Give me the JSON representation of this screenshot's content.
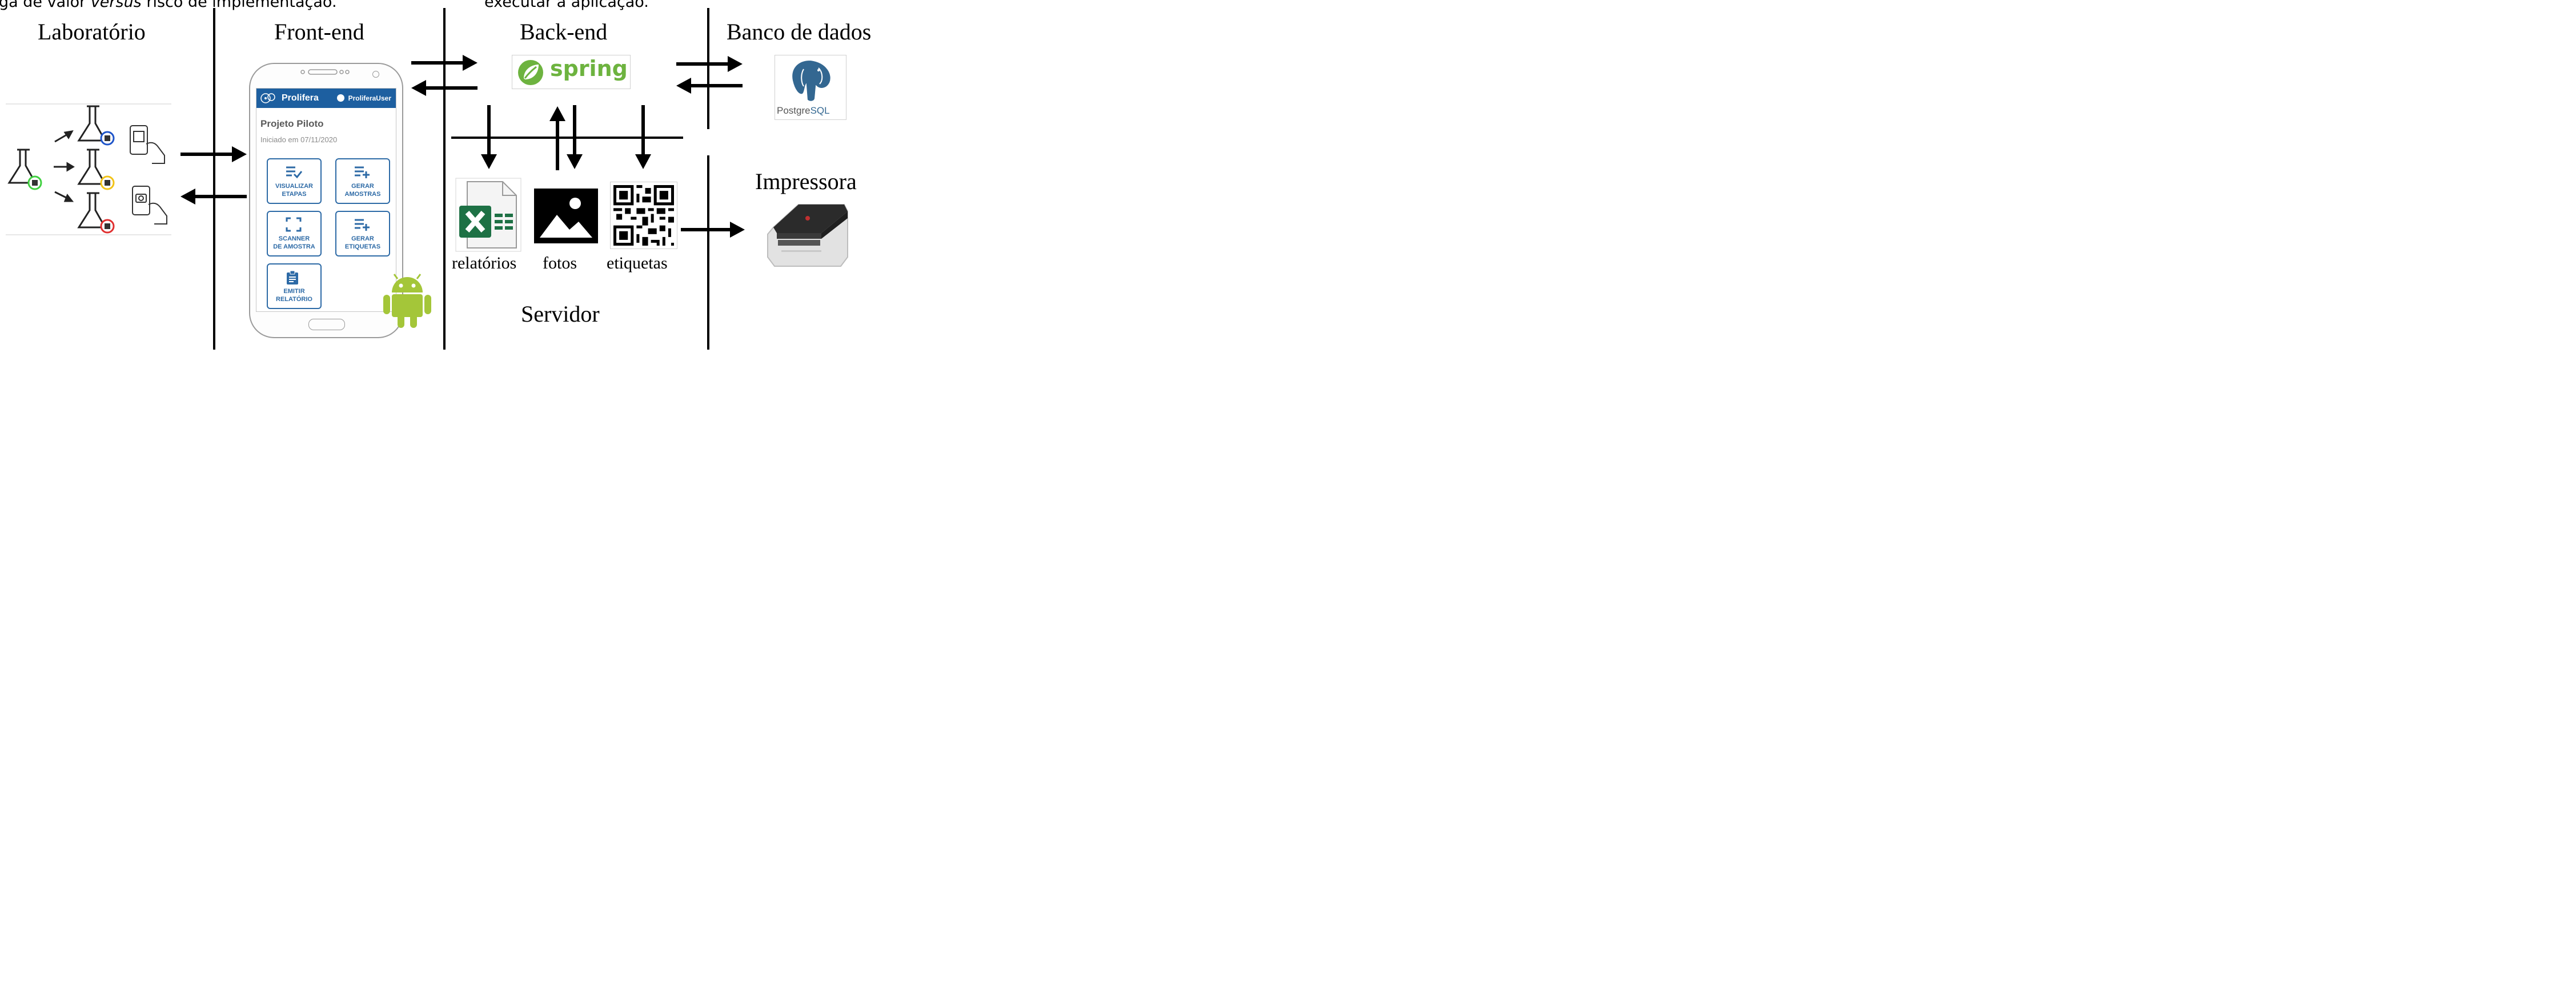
{
  "cut_text": {
    "left": {
      "before": "ga de valor ",
      "italic": "versus",
      "after": " risco de implementação."
    },
    "right": "executar a aplicação."
  },
  "headings": {
    "laboratorio": "Laboratório",
    "frontend": "Front-end",
    "backend": "Back-end",
    "banco": "Banco de dados",
    "impressora": "Impressora",
    "servidor": "Servidor"
  },
  "captions": {
    "relatorios": "relatórios",
    "fotos": "fotos",
    "etiquetas": "etiquetas"
  },
  "logos": {
    "spring": "spring",
    "postgres_a": "Postgre",
    "postgres_b": "SQL"
  },
  "app": {
    "name": "Prolifera",
    "user": "ProliferaUser",
    "project_title": "Projeto Piloto",
    "project_date": "Iniciado em 07/11/2020",
    "tiles": [
      {
        "label": "VISUALIZAR\nETAPAS",
        "icon": "list-check-icon"
      },
      {
        "label": "GERAR\nAMOSTRAS",
        "icon": "list-plus-icon"
      },
      {
        "label": "SCANNER\nDE AMOSTRA",
        "icon": "scan-frame-icon"
      },
      {
        "label": "GERAR\nETIQUETAS",
        "icon": "list-plus-icon"
      },
      {
        "label": "EMITIR\nRELATÓRIO",
        "icon": "clipboard-icon"
      }
    ]
  },
  "colors": {
    "app_bar": "#1d5fa0",
    "tile_accent": "#2d6aa6",
    "spring_green": "#6db33f",
    "excel_green": "#1e7145",
    "android_green": "#a4c639",
    "postgres_blue": "#336791",
    "qr_blue": "#1f55c9",
    "qr_yellow": "#f2c318",
    "qr_red": "#e03030",
    "qr_green": "#40d040"
  }
}
